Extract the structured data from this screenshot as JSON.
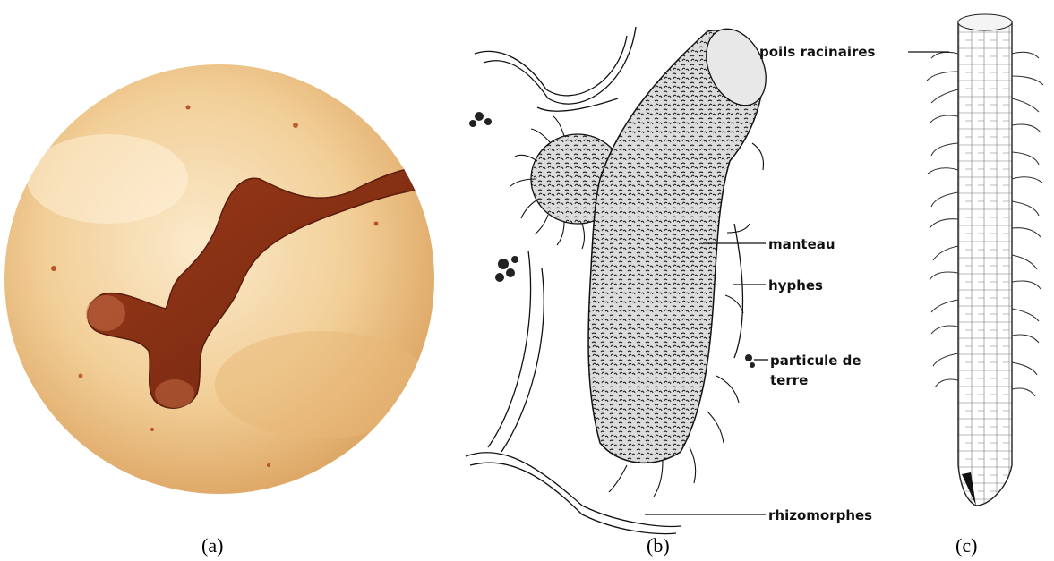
{
  "captions": {
    "a": "(a)",
    "b": "(b)",
    "c": "(c)"
  },
  "labels_b": {
    "manteau": "manteau",
    "hyphes": "hyphes",
    "particule_line1": "particule de",
    "particule_line2": "terre",
    "rhizomorphes": "rhizomorphes"
  },
  "labels_c": {
    "poils": "poils racinaires"
  },
  "colors": {
    "photo_bg": "#f3d29c",
    "root_brown": "#8a2d12",
    "ink": "#111111"
  }
}
